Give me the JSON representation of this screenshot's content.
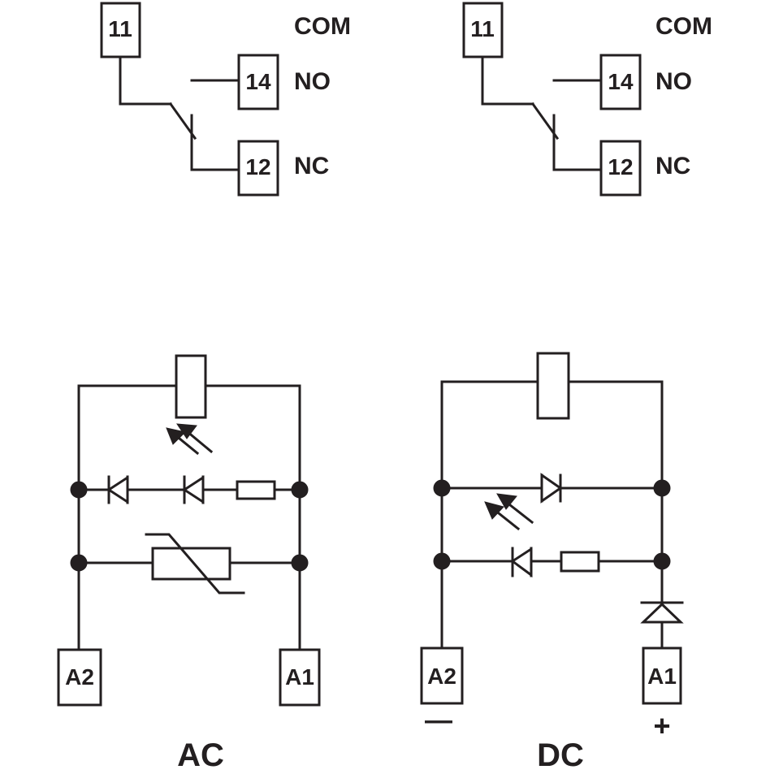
{
  "contact_diagrams": [
    {
      "terminals": {
        "common": "11",
        "normally_open": "14",
        "normally_closed": "12"
      },
      "labels": {
        "common": "COM",
        "normally_open": "NO",
        "normally_closed": "NC"
      }
    },
    {
      "terminals": {
        "common": "11",
        "normally_open": "14",
        "normally_closed": "12"
      },
      "labels": {
        "common": "COM",
        "normally_open": "NO",
        "normally_closed": "NC"
      }
    }
  ],
  "coil_circuits": {
    "ac": {
      "caption": "AC",
      "terminals": {
        "left": "A2",
        "right": "A1"
      }
    },
    "dc": {
      "caption": "DC",
      "terminals": {
        "left": "A2",
        "right": "A1"
      },
      "polarity": {
        "left": "—",
        "right": "+"
      }
    }
  },
  "colors": {
    "ink": "#231f20",
    "background": "#ffffff"
  }
}
